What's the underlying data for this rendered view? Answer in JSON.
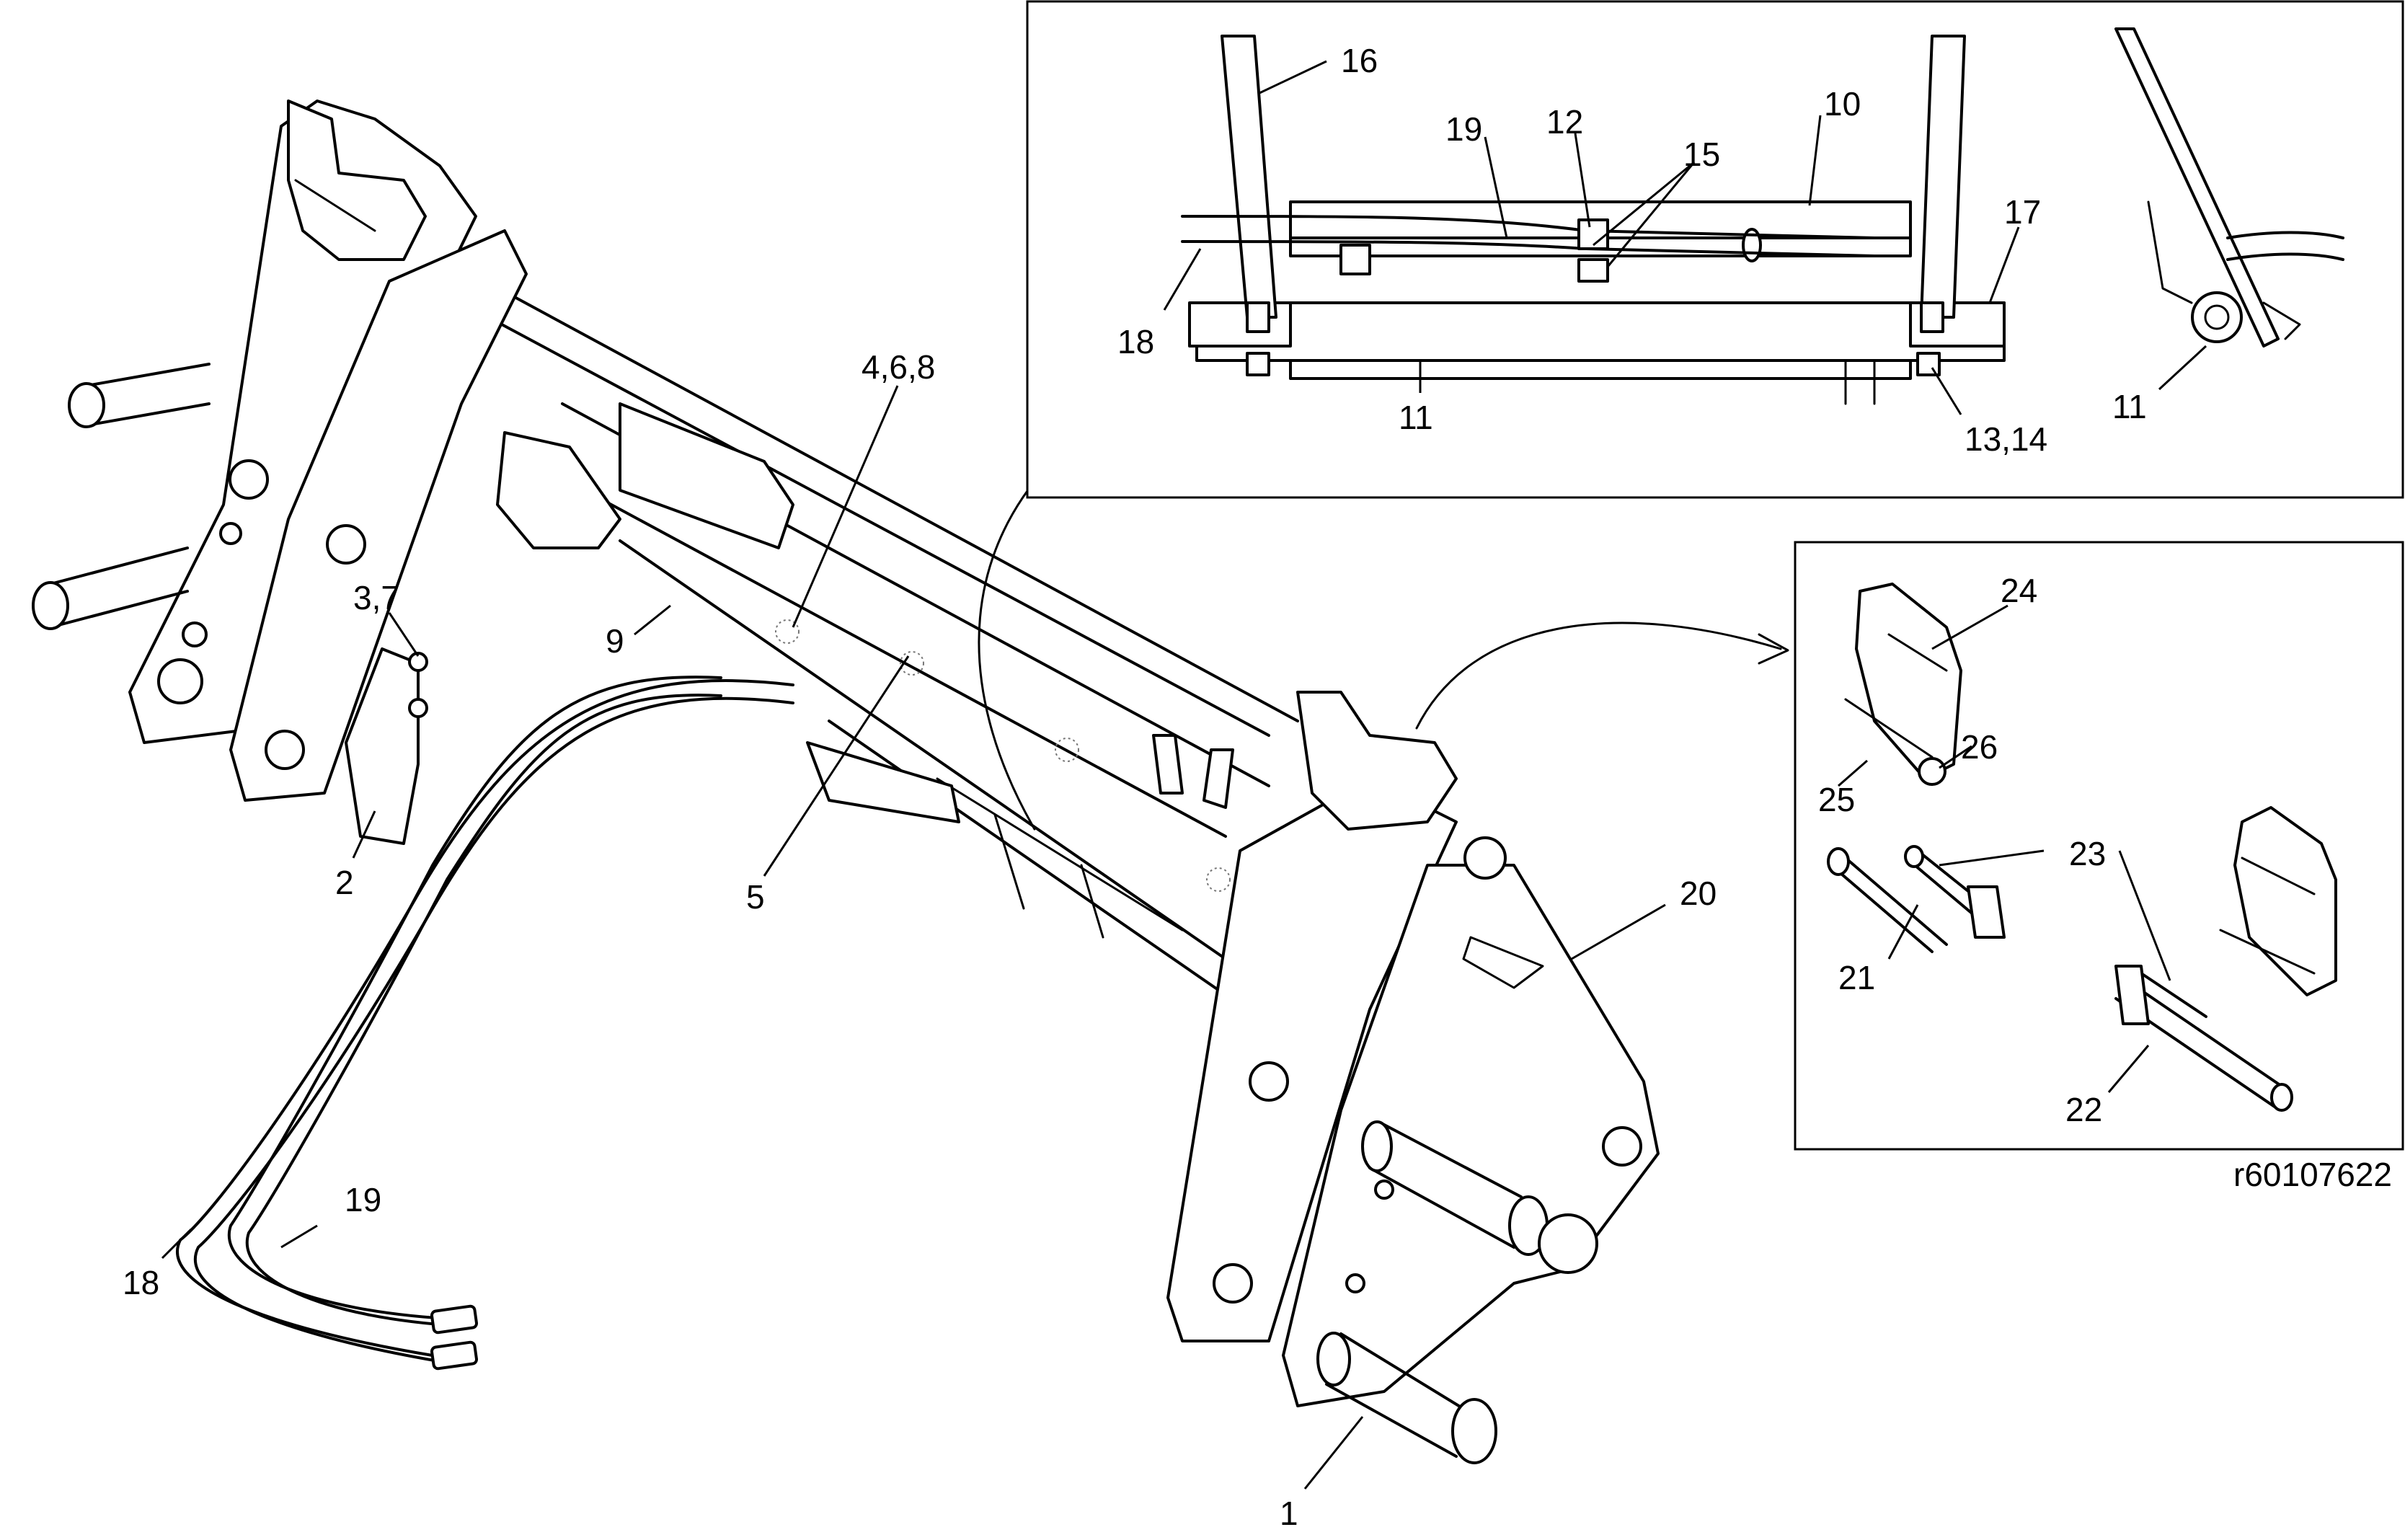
{
  "drawing_id": "r60107622",
  "callouts": {
    "c1": "1",
    "c2": "2",
    "c37": "3,7",
    "c468": "4,6,8",
    "c5": "5",
    "c9": "9",
    "c18": "18",
    "c19": "19",
    "c20": "20",
    "i1_16": "16",
    "i1_19": "19",
    "i1_12": "12",
    "i1_15": "15",
    "i1_10": "10",
    "i1_17": "17",
    "i1_18": "18",
    "i1_11a": "11",
    "i1_1314": "13,14",
    "i1_11b": "11",
    "i2_24": "24",
    "i2_26": "26",
    "i2_25": "25",
    "i2_23": "23",
    "i2_21": "21",
    "i2_22": "22"
  }
}
